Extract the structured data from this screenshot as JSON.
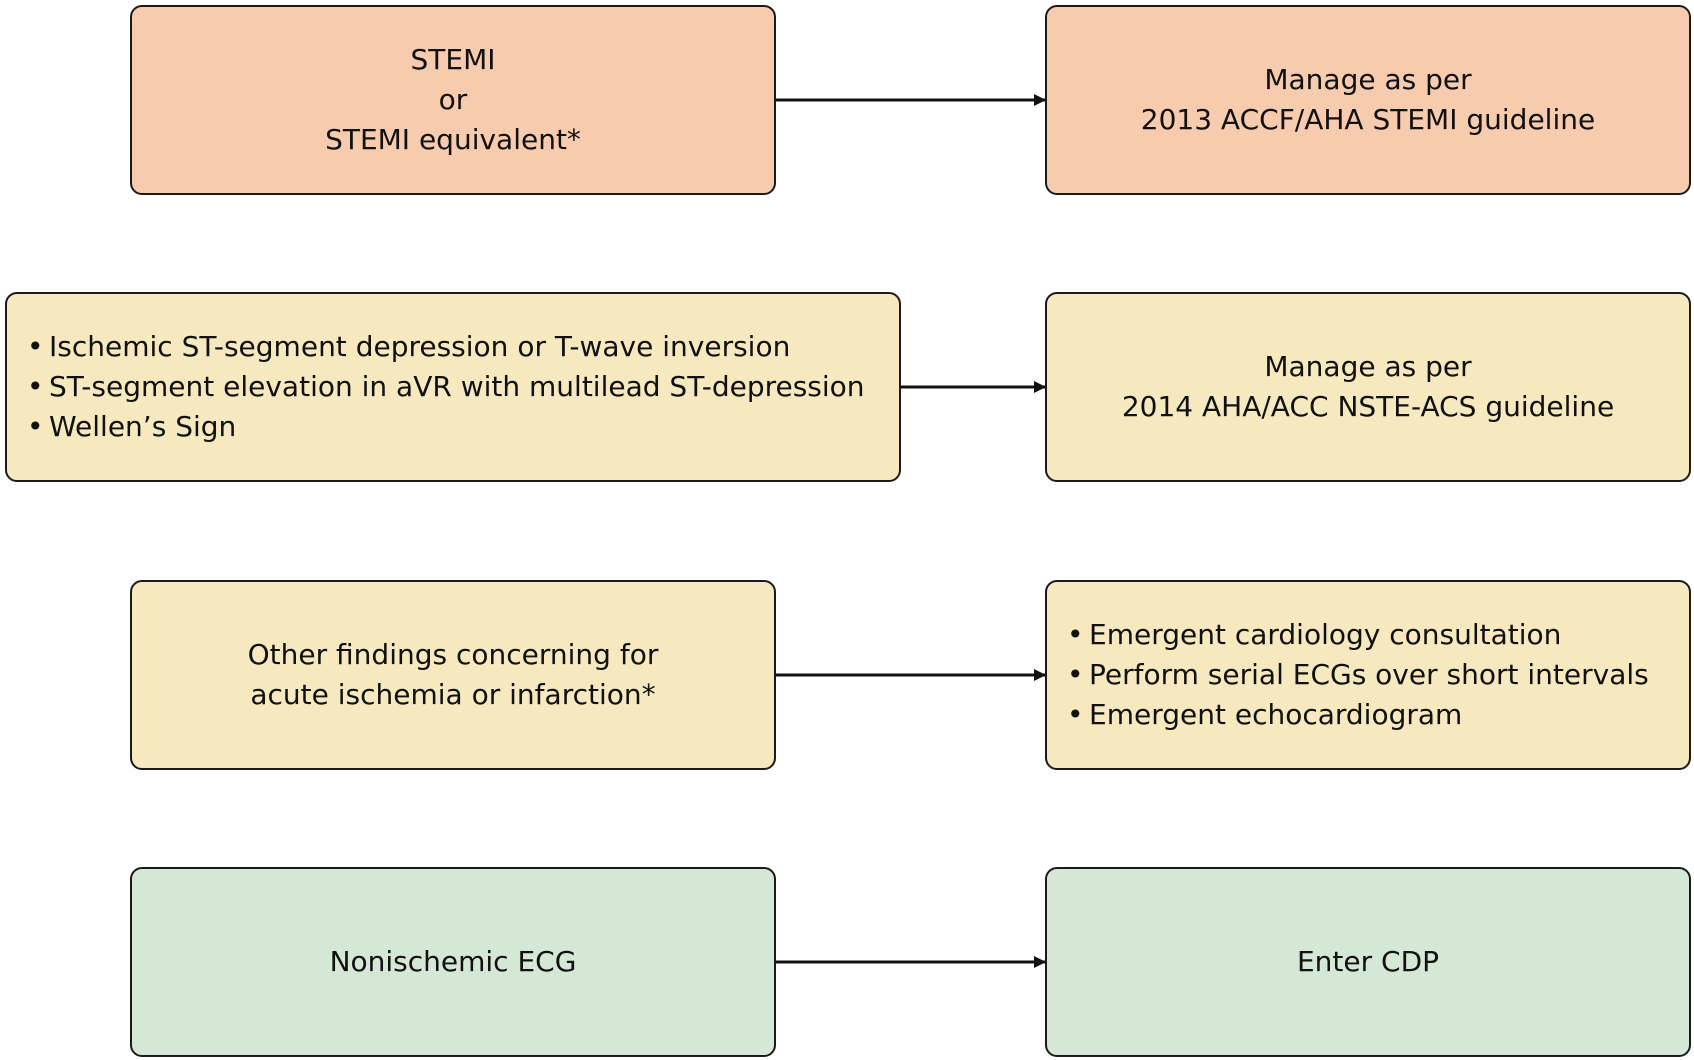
{
  "rows": [
    {
      "left": {
        "lines": [
          "STEMI",
          "or",
          "STEMI equivalent*"
        ],
        "fill": "#f7cbad"
      },
      "right": {
        "lines": [
          "Manage as per",
          "2013 ACCF/AHA STEMI guideline"
        ],
        "fill": "#f7cbad"
      }
    },
    {
      "left": {
        "bullets": [
          "Ischemic ST-segment depression or T-wave inversion",
          "ST-segment elevation in aVR with multilead ST-depression",
          "Wellen’s Sign"
        ],
        "fill": "#f6e8bf"
      },
      "right": {
        "lines": [
          "Manage as per",
          "2014 AHA/ACC NSTE-ACS guideline"
        ],
        "fill": "#f6e8bf"
      }
    },
    {
      "left": {
        "lines": [
          "Other findings concerning for",
          "acute ischemia or infarction*"
        ],
        "fill": "#f6e8bf"
      },
      "right": {
        "bullets": [
          "Emergent cardiology consultation",
          "Perform serial ECGs over short intervals",
          "Emergent echocardiogram"
        ],
        "fill": "#f6e8bf"
      }
    },
    {
      "left": {
        "lines": [
          "Nonischemic ECG"
        ],
        "fill": "#d5e8d6"
      },
      "right": {
        "lines": [
          "Enter CDP"
        ],
        "fill": "#d5e8d6"
      }
    }
  ],
  "arrow_color": "#111111"
}
